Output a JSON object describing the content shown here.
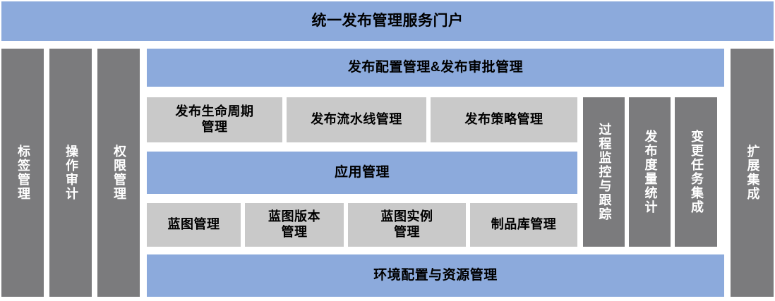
{
  "diagram": {
    "title_bar": {
      "label": "统一发布管理服务门户",
      "color": "#8CAADC"
    },
    "left_pillars": [
      {
        "label": "标签管理"
      },
      {
        "label": "操作审计"
      },
      {
        "label": "权限管理"
      }
    ],
    "right_pillars": [
      {
        "label": "过程监控与跟踪"
      },
      {
        "label": "发布度量统计"
      },
      {
        "label": "变更任务集成"
      }
    ],
    "far_right_pillar": {
      "label": "扩展集成"
    },
    "center": {
      "release_bar": {
        "label": "发布配置管理&发布审批管理"
      },
      "release_subs": [
        {
          "label": "发布生命周期\n管理"
        },
        {
          "label": "发布流水线管理"
        },
        {
          "label": "发布策略管理"
        }
      ],
      "app_bar": {
        "label": "应用管理"
      },
      "app_subs": [
        {
          "label": "蓝图管理"
        },
        {
          "label": "蓝图版本\n管理"
        },
        {
          "label": "蓝图实例\n管理"
        },
        {
          "label": "制品库管理"
        }
      ],
      "env_bar": {
        "label": "环境配置与资源管理"
      }
    },
    "colors": {
      "blue": "#8CAADC",
      "dark_gray": "#7B7B7D",
      "light_gray": "#C9C9C9",
      "text_dark": "#000000",
      "text_light": "#FFFFFF",
      "background": "#FFFFFF"
    }
  }
}
